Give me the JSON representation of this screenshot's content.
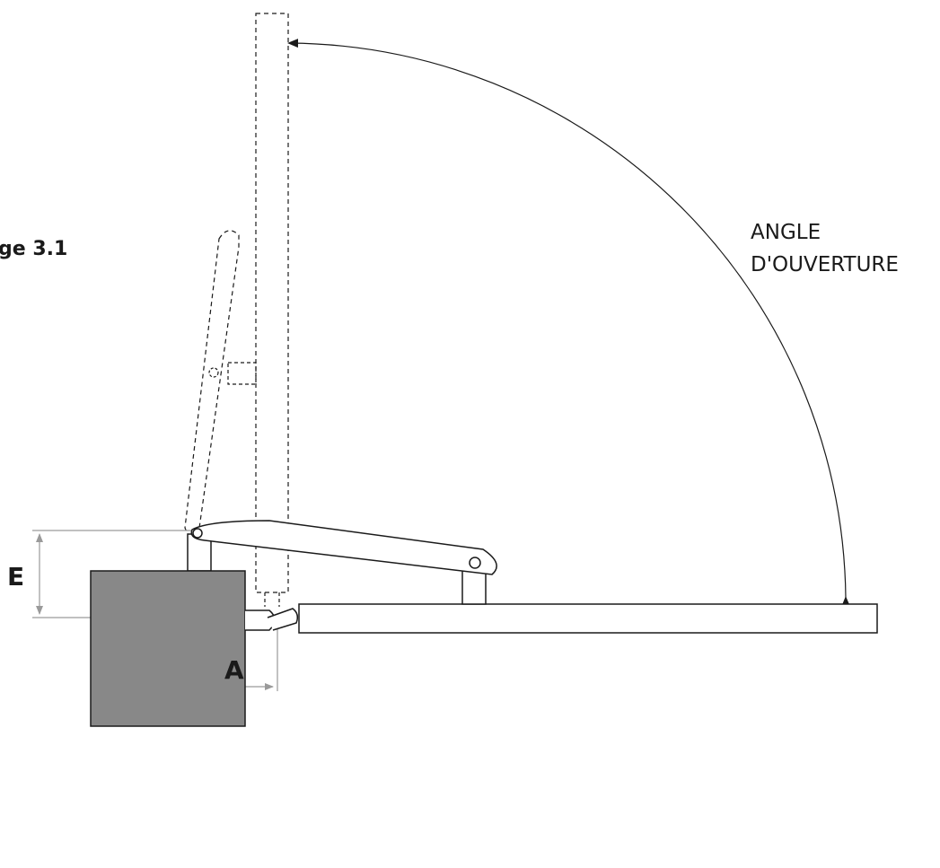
{
  "figure": {
    "label": "ge 3.1"
  },
  "labels": {
    "angle_line1": "ANGLE",
    "angle_line2": "D'OUVERTURE",
    "dim_e": "E",
    "dim_a": "A"
  },
  "colors": {
    "motor_fill": "#888888",
    "line": "#1a1a1a",
    "dimension_line": "#9a9a9a",
    "background": "#ffffff"
  }
}
